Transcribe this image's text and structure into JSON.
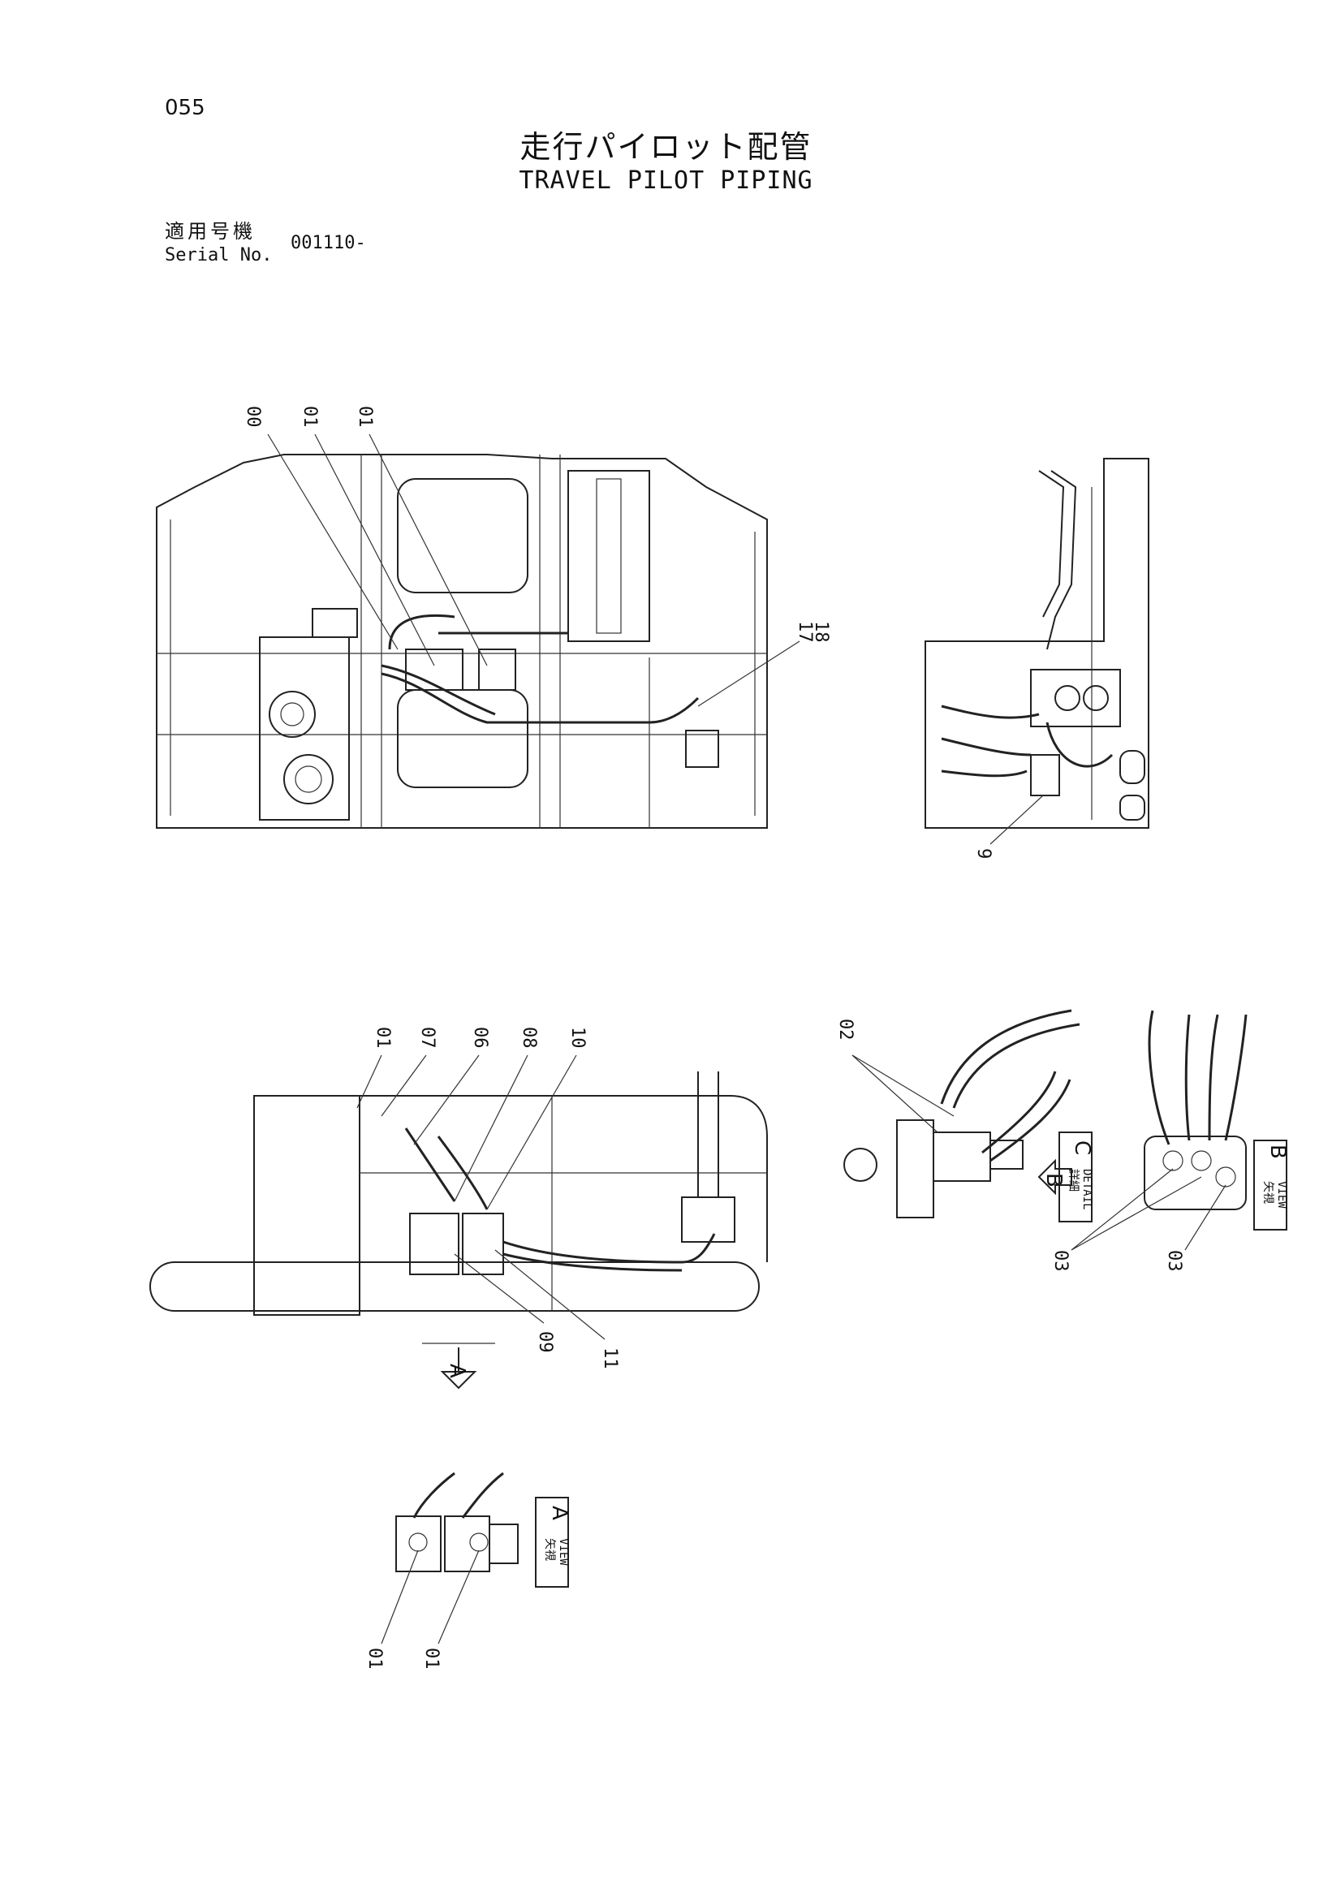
{
  "page": {
    "number": "055",
    "title_jp": "走行パイロット配管",
    "title_en": "TRAVEL PILOT PIPING",
    "serial_label_jp": "適用号機",
    "serial_label_en": "Serial No.",
    "serial_value": "001110-"
  },
  "callouts": {
    "top_main": [
      "00",
      "01",
      "01",
      "17",
      "18"
    ],
    "top_side": [
      "9"
    ],
    "middle_main": [
      "01",
      "07",
      "06",
      "08",
      "10",
      "09",
      "11"
    ],
    "detail_c": [
      "02",
      "03"
    ],
    "view_b": [
      "03"
    ],
    "view_a": [
      "01",
      "01"
    ]
  },
  "labels": {
    "detail_jp": "詳細",
    "detail_en": "DETAIL",
    "detail_letter": "C",
    "view_jp": "矢視",
    "view_en": "VIEW",
    "view_b_letter": "B",
    "view_a_letter": "A",
    "arrow_a": "A",
    "arrow_b": "B"
  }
}
